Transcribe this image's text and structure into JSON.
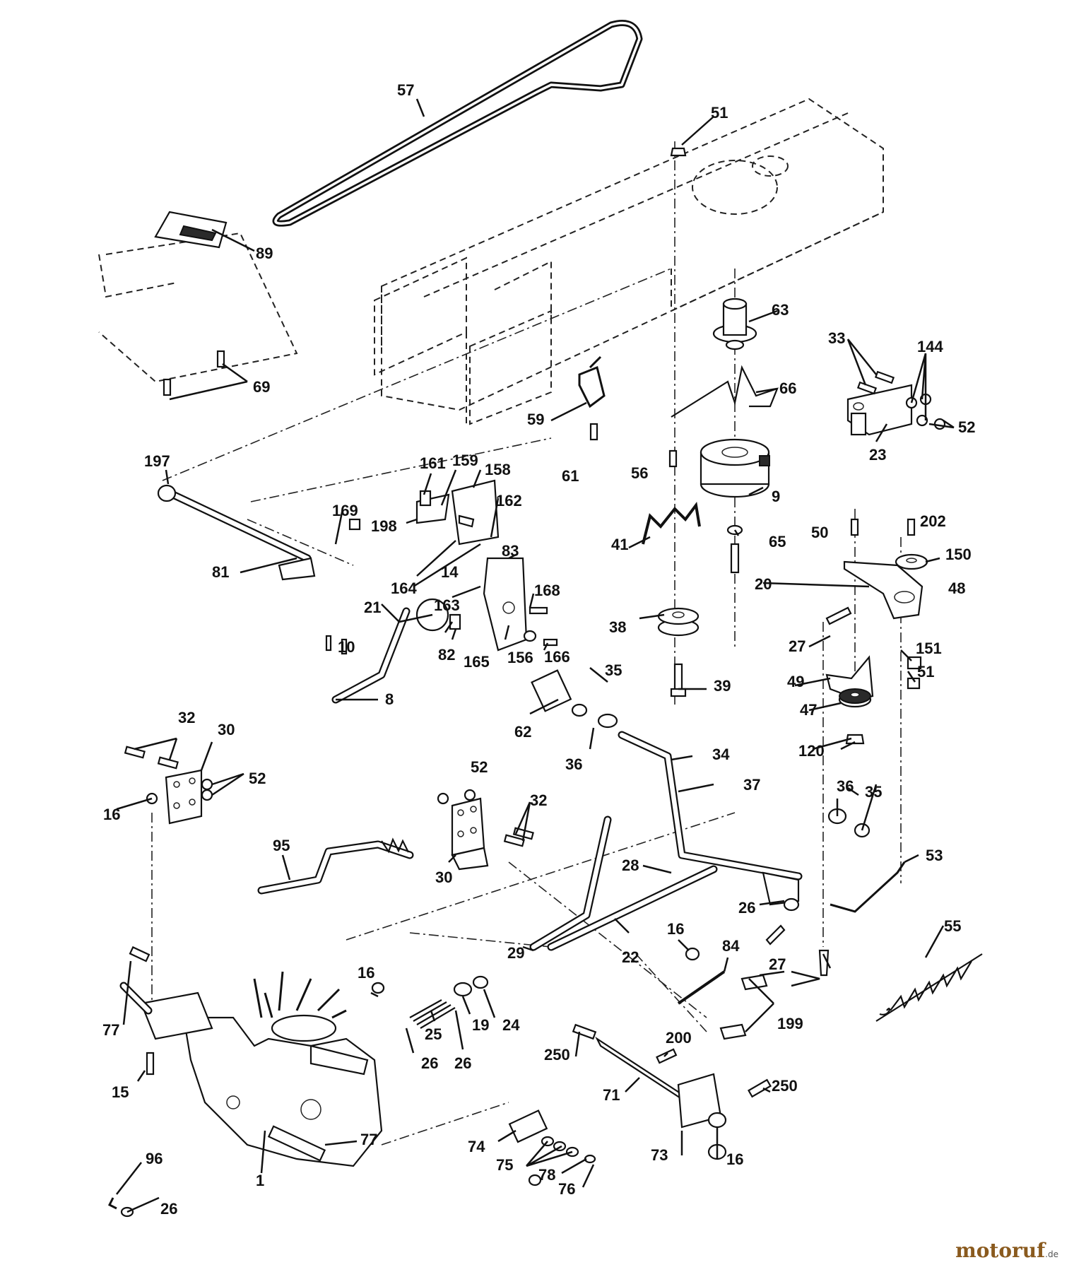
{
  "callouts": [
    {
      "id": "57",
      "text": "57"
    },
    {
      "id": "51a",
      "text": "51"
    },
    {
      "id": "89",
      "text": "89"
    },
    {
      "id": "63",
      "text": "63"
    },
    {
      "id": "33",
      "text": "33"
    },
    {
      "id": "144",
      "text": "144"
    },
    {
      "id": "69",
      "text": "69"
    },
    {
      "id": "66",
      "text": "66"
    },
    {
      "id": "52a",
      "text": "52"
    },
    {
      "id": "59",
      "text": "59"
    },
    {
      "id": "23",
      "text": "23"
    },
    {
      "id": "197",
      "text": "197"
    },
    {
      "id": "61",
      "text": "61"
    },
    {
      "id": "56",
      "text": "56"
    },
    {
      "id": "161",
      "text": "161"
    },
    {
      "id": "159",
      "text": "159"
    },
    {
      "id": "158",
      "text": "158"
    },
    {
      "id": "9",
      "text": "9"
    },
    {
      "id": "169",
      "text": "169"
    },
    {
      "id": "162",
      "text": "162"
    },
    {
      "id": "198",
      "text": "198"
    },
    {
      "id": "202",
      "text": "202"
    },
    {
      "id": "50",
      "text": "50"
    },
    {
      "id": "41",
      "text": "41"
    },
    {
      "id": "65",
      "text": "65"
    },
    {
      "id": "150",
      "text": "150"
    },
    {
      "id": "81",
      "text": "81"
    },
    {
      "id": "14",
      "text": "14"
    },
    {
      "id": "83",
      "text": "83"
    },
    {
      "id": "164",
      "text": "164"
    },
    {
      "id": "20",
      "text": "20"
    },
    {
      "id": "48",
      "text": "48"
    },
    {
      "id": "168",
      "text": "168"
    },
    {
      "id": "163",
      "text": "163"
    },
    {
      "id": "21",
      "text": "21"
    },
    {
      "id": "38",
      "text": "38"
    },
    {
      "id": "27a",
      "text": "27"
    },
    {
      "id": "151",
      "text": "151"
    },
    {
      "id": "10",
      "text": "10"
    },
    {
      "id": "82",
      "text": "82"
    },
    {
      "id": "156",
      "text": "156"
    },
    {
      "id": "166",
      "text": "166"
    },
    {
      "id": "35a",
      "text": "35"
    },
    {
      "id": "51b",
      "text": "51"
    },
    {
      "id": "165",
      "text": "165"
    },
    {
      "id": "49",
      "text": "49"
    },
    {
      "id": "39",
      "text": "39"
    },
    {
      "id": "8",
      "text": "8"
    },
    {
      "id": "47",
      "text": "47"
    },
    {
      "id": "62",
      "text": "62"
    },
    {
      "id": "32a",
      "text": "32"
    },
    {
      "id": "30a",
      "text": "30"
    },
    {
      "id": "36a",
      "text": "36"
    },
    {
      "id": "120",
      "text": "120"
    },
    {
      "id": "34",
      "text": "34"
    },
    {
      "id": "52b",
      "text": "52"
    },
    {
      "id": "52c",
      "text": "52"
    },
    {
      "id": "16a",
      "text": "16"
    },
    {
      "id": "37",
      "text": "37"
    },
    {
      "id": "36b",
      "text": "36"
    },
    {
      "id": "35b",
      "text": "35"
    },
    {
      "id": "32b",
      "text": "32"
    },
    {
      "id": "95",
      "text": "95"
    },
    {
      "id": "30b",
      "text": "30"
    },
    {
      "id": "53",
      "text": "53"
    },
    {
      "id": "28",
      "text": "28"
    },
    {
      "id": "26a",
      "text": "26"
    },
    {
      "id": "55",
      "text": "55"
    },
    {
      "id": "16b",
      "text": "16"
    },
    {
      "id": "29",
      "text": "29"
    },
    {
      "id": "22",
      "text": "22"
    },
    {
      "id": "84",
      "text": "84"
    },
    {
      "id": "27b",
      "text": "27"
    },
    {
      "id": "16c",
      "text": "16"
    },
    {
      "id": "77a",
      "text": "77"
    },
    {
      "id": "25",
      "text": "25"
    },
    {
      "id": "19",
      "text": "19"
    },
    {
      "id": "24",
      "text": "24"
    },
    {
      "id": "199",
      "text": "199"
    },
    {
      "id": "26b",
      "text": "26"
    },
    {
      "id": "26c",
      "text": "26"
    },
    {
      "id": "250a",
      "text": "250"
    },
    {
      "id": "200",
      "text": "200"
    },
    {
      "id": "15",
      "text": "15"
    },
    {
      "id": "71",
      "text": "71"
    },
    {
      "id": "250b",
      "text": "250"
    },
    {
      "id": "77b",
      "text": "77"
    },
    {
      "id": "74",
      "text": "74"
    },
    {
      "id": "96",
      "text": "96"
    },
    {
      "id": "75",
      "text": "75"
    },
    {
      "id": "73",
      "text": "73"
    },
    {
      "id": "16d",
      "text": "16"
    },
    {
      "id": "1",
      "text": "1"
    },
    {
      "id": "78",
      "text": "78"
    },
    {
      "id": "76",
      "text": "76"
    },
    {
      "id": "26d",
      "text": "26"
    }
  ],
  "watermark": {
    "brand": "motoruf",
    "tld": ".de"
  }
}
